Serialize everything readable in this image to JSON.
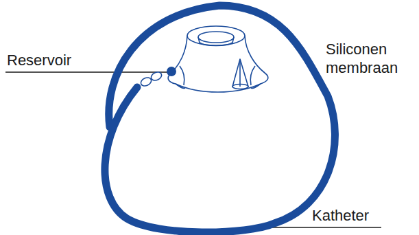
{
  "diagram": {
    "labels": [
      "Reservoir",
      "Siliconen membraan",
      "Katheter"
    ]
  }
}
